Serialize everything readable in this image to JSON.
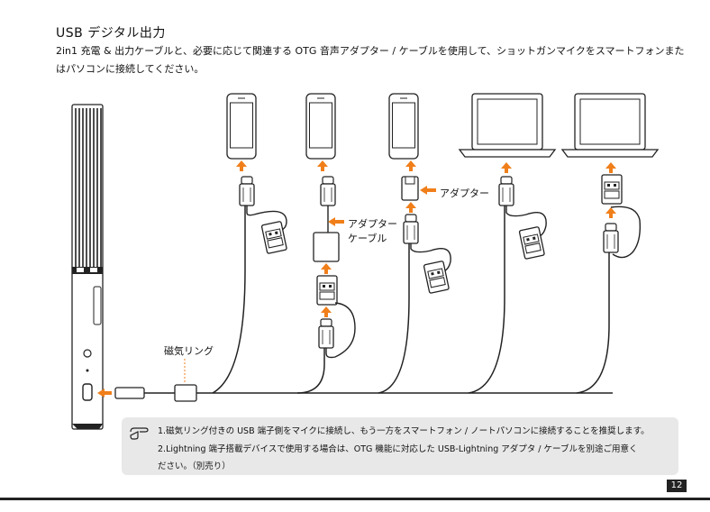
{
  "title": "USB デジタル出力",
  "intro": "2in1 充電 & 出力ケーブルと、必要に応じて関連する OTG 音声アダプター / ケーブルを使用して、ショットガンマイクをスマートフォンまたはパソコンに接続してください。",
  "labels": {
    "magnet_ring": "磁気リング",
    "adapter": "アダプター",
    "adapter_cable_1": "アダプター",
    "adapter_cable_2": "ケーブル"
  },
  "notes": {
    "line1": "1.磁気リング付きの USB 端子側をマイクに接続し、もう一方をスマートフォン / ノートパソコンに接続することを推奨します。",
    "line2": "2.Lightning 端子搭載デバイスで使用する場合は、OTG 機能に対応した USB-Lightning アダプタ / ケーブルを別途ご用意く",
    "line3": "ださい。（別売り）"
  },
  "page_number": "12",
  "colors": {
    "accent": "#f07f1a",
    "ink": "#222222",
    "note_bg": "#e8e8e8"
  },
  "icons": [
    "pointing-hand-icon",
    "smartphone-icon",
    "laptop-icon",
    "usb-plug-icon",
    "arrow-up-icon",
    "arrow-left-icon"
  ]
}
